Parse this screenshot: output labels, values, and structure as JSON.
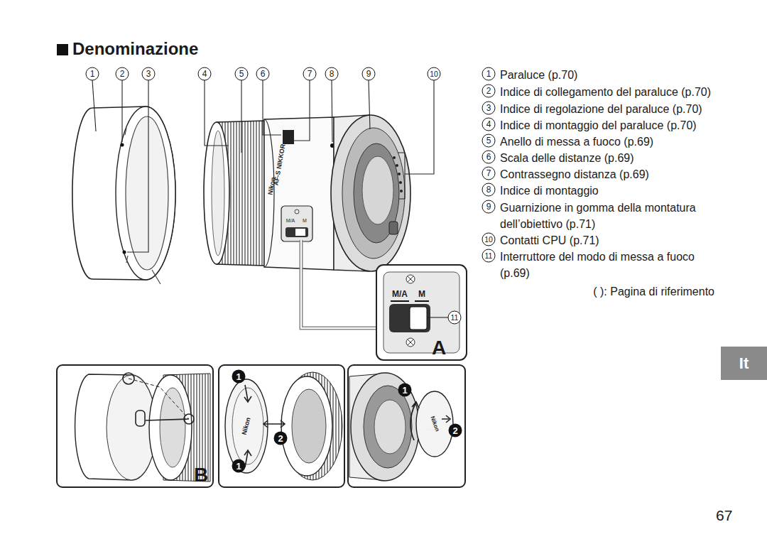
{
  "diagram": {
    "title": "Denominazione",
    "nodes": [
      {
        "text": [
          "It"
        ]
      }
    ],
    "labels": [
      "1",
      "2",
      "3",
      "4",
      "5",
      "6",
      "7",
      "8",
      "9",
      "10",
      "1",
      "Paraluce (p.70)",
      "2",
      "Indice di collegamento del paraluce (p.70)",
      "3",
      "Indice di regolazione del paraluce (p.70)",
      "4",
      "Indice di montaggio del paraluce (p.70)",
      "5",
      "Anello di messa a fuoco (p.69)",
      "6",
      "Scala delle distanze (p.69)",
      "7",
      "Contrassegno distanza (p.69)",
      "8",
      "Indice di montaggio",
      "9",
      "Guarnizione in gomma della montatura dell’obiettivo (p.71)",
      "10",
      "Contatti CPU (p.71)",
      "11",
      "Interruttore del modo di messa a fuoco (p.69)",
      "( ): Pagina di riferimento",
      "M/A",
      "M",
      "11",
      "A",
      "B",
      "1",
      "2",
      "1",
      "1",
      "2",
      "Nikon",
      "AF-S NIKKOR",
      "M/A",
      "M",
      "Nikon",
      "Nikon",
      "67"
    ]
  }
}
